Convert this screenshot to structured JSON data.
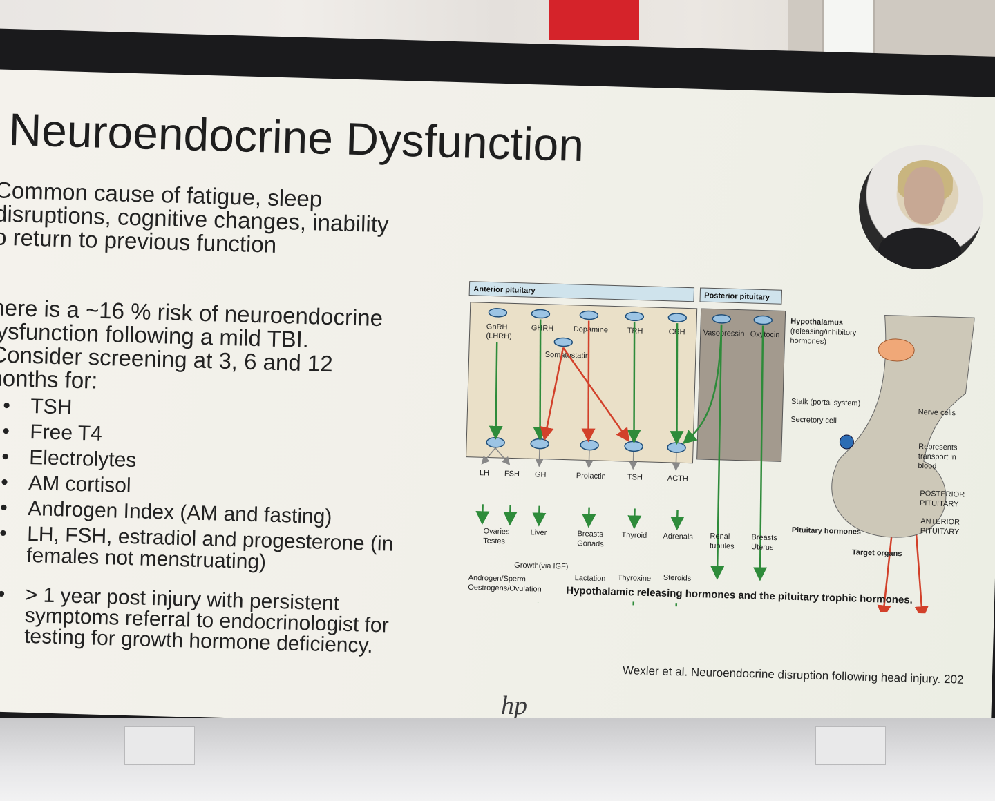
{
  "slide": {
    "title": "Neuroendocrine Dysfunction",
    "intro": [
      "Common cause of fatigue, sleep",
      "disruptions, cognitive changes, inability",
      "o return to previous function"
    ],
    "risk": [
      "here is a ~16 % risk of neuroendocrine",
      "lysfunction following a mild TBI.",
      "Consider screening at 3, 6 and 12",
      "nonths for:"
    ],
    "screening_items": [
      "TSH",
      "Free T4",
      "Electrolytes",
      "AM cortisol",
      "Androgen Index (AM and fasting)",
      "LH, FSH, estradiol and progesterone (in"
    ],
    "screening_item_continuation": "females not menstruating)",
    "final_bullet": [
      "> 1 year post injury with persistent",
      "symptoms referral to endocrinologist for",
      "testing for growth hormone deficiency."
    ],
    "citation": "Wexler et al. Neuroendocrine disruption following head injury. 202"
  },
  "diagram": {
    "anterior_label": "Anterior pituitary",
    "posterior_label": "Posterior pituitary",
    "hypothalamic_hormones": [
      "GnRH",
      "(LHRH)",
      "GHRH",
      "Dopamine",
      "TRH",
      "CRH",
      "Somatostatin"
    ],
    "posterior_hormones": [
      "Vasopressin",
      "Oxytocin"
    ],
    "pituitary_hormones": [
      "LH",
      "FSH",
      "GH",
      "Prolactin",
      "TSH",
      "ACTH"
    ],
    "targets": [
      "Ovaries",
      "Testes",
      "Liver",
      "Breasts",
      "Gonads",
      "Thyroid",
      "Adrenals",
      "Renal",
      "tubules",
      "Breasts",
      "Uterus"
    ],
    "effects": [
      "Androgen/Sperm",
      "Oestrogens/Ovulation",
      "Growth(via IGF)",
      "Lactation",
      "Thyroxine",
      "Steroids"
    ],
    "anatomy_labels": [
      "Hypothalamus",
      "(releasing/inhibitory",
      "hormones)",
      "Stalk (portal system)",
      "Secretory cell",
      "Nerve cells",
      "Represents",
      "transport in",
      "blood",
      "POSTERIOR",
      "PITUITARY",
      "ANTERIOR",
      "PITUITARY",
      "Pituitary hormones",
      "Target organs"
    ],
    "caption": "Hypothalamic releasing hormones and the pituitary trophic hormones."
  },
  "brand": {
    "laptop_logo": "hp"
  },
  "colors": {
    "slide_bg": "#f2f1ea",
    "green_arrow": "#2e8b3a",
    "red_arrow": "#d2402a",
    "blue_cell": "#9cc4e4"
  }
}
